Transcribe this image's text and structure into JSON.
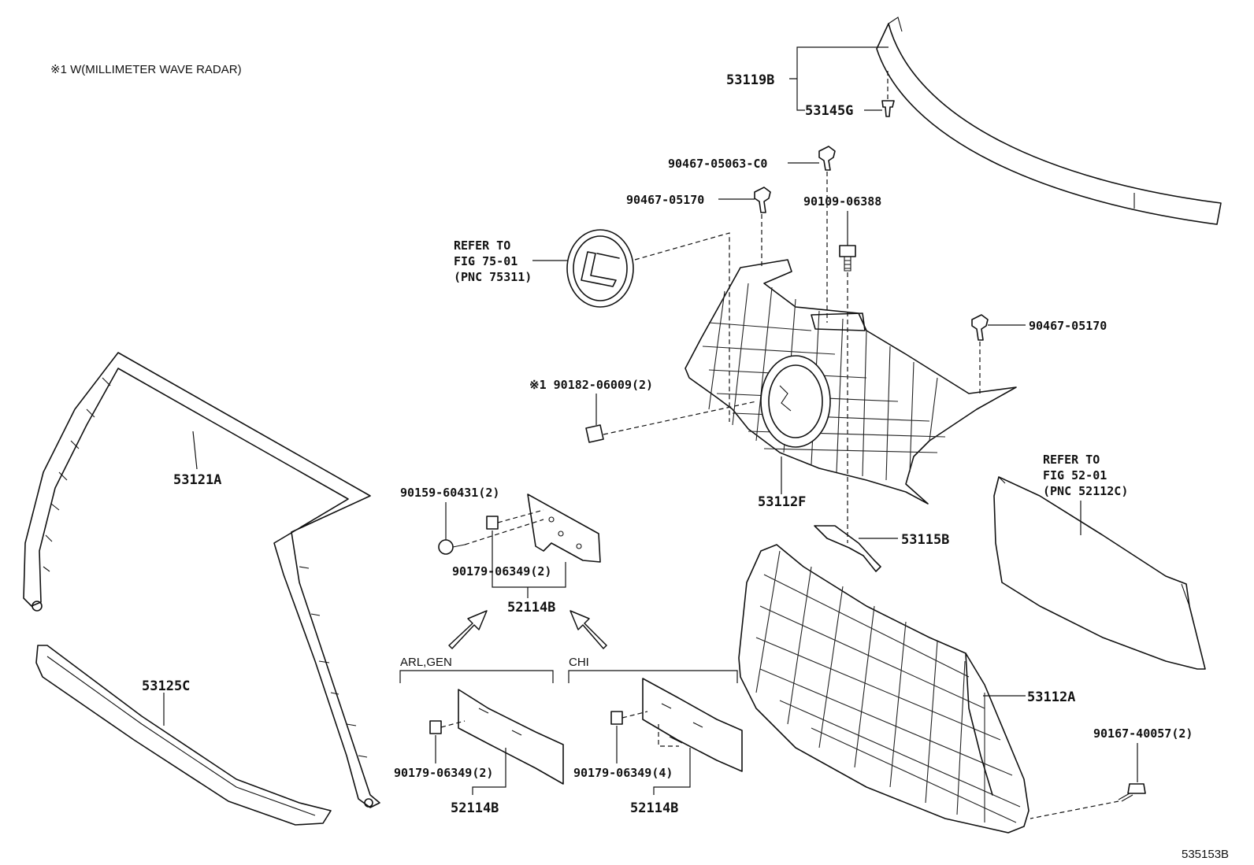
{
  "note": "※1 W(MILLIMETER WAVE RADAR)",
  "diagram_id": "535153B",
  "parts": {
    "p53119B": "53119B",
    "p53145G": "53145G",
    "p90467_05063_C0": "90467-05063-C0",
    "p90467_05170_a": "90467-05170",
    "p90109_06388": "90109-06388",
    "p90467_05170_b": "90467-05170",
    "p90182_06009": "※1 90182-06009(2)",
    "p53112F": "53112F",
    "p53115B": "53115B",
    "p53121A": "53121A",
    "p53125C": "53125C",
    "p90159_60431": "90159-60431(2)",
    "p90179_06349_top": "90179-06349(2)",
    "p52114B_top": "52114B",
    "p90179_06349_left": "90179-06349(2)",
    "p52114B_left": "52114B",
    "p90179_06349_right": "90179-06349(4)",
    "p52114B_right": "52114B",
    "p53112A": "53112A",
    "p90167_40057": "90167-40057(2)"
  },
  "refs": {
    "emblem": [
      "REFER TO",
      "FIG 75-01",
      "(PNC 75311)"
    ],
    "plate": [
      "REFER TO",
      "FIG 52-01",
      "(PNC 52112C)"
    ]
  },
  "variants": {
    "left": "ARL,GEN",
    "right": "CHI"
  }
}
